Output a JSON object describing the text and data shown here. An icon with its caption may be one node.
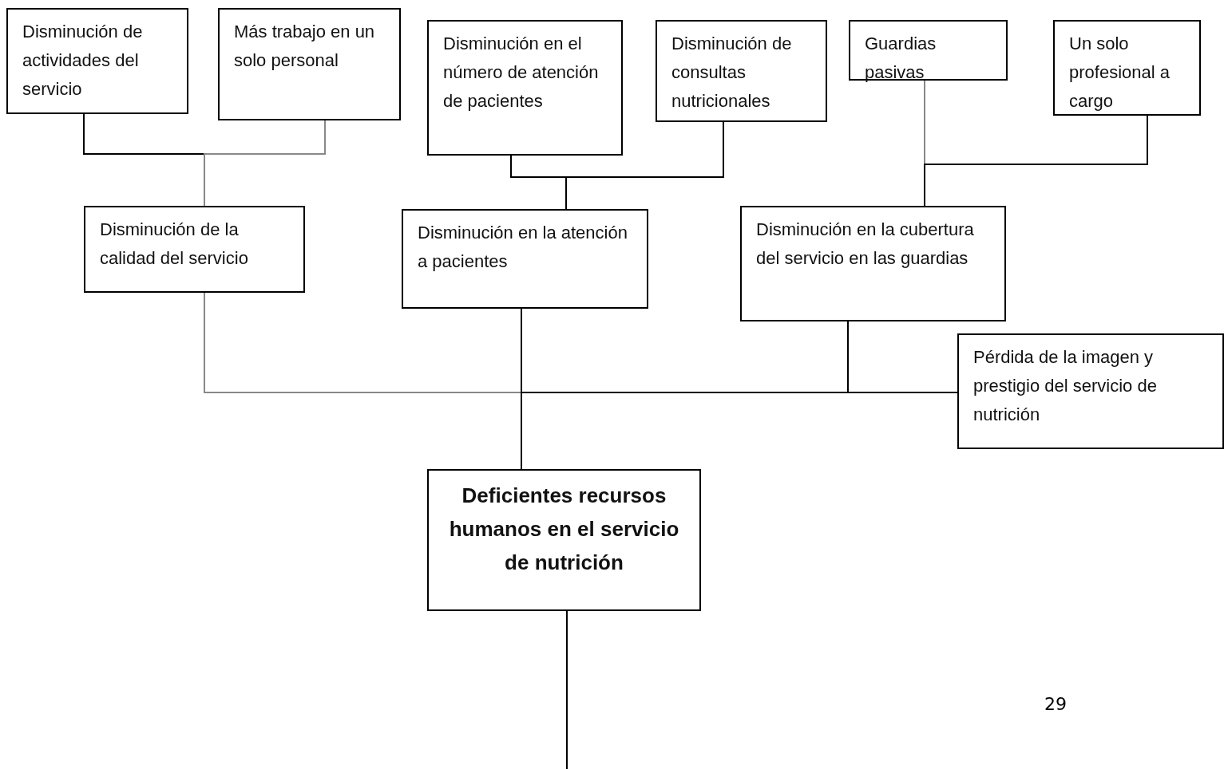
{
  "diagram": {
    "nodes": [
      {
        "text": [
          "Disminución de actividades del servicio"
        ]
      },
      {
        "text": [
          "Más trabajo en un solo personal"
        ]
      },
      {
        "text": [
          "Disminución en el número de atención de pacientes"
        ]
      },
      {
        "text": [
          "Disminución de consultas nutricionales"
        ]
      },
      {
        "text": [
          "Guardias pasivas"
        ]
      },
      {
        "text": [
          "Un solo profesional a cargo"
        ]
      },
      {
        "text": [
          "Disminución de la calidad del servicio"
        ]
      },
      {
        "text": [
          "Disminución en la atención a pacientes"
        ]
      },
      {
        "text": [
          "Disminución en la cubertura del servicio en las guardias"
        ]
      },
      {
        "text": [
          "Pérdida de la imagen y prestigio del servicio de nutrición"
        ]
      },
      {
        "text": [
          "Deficientes recursos humanos en el servicio de nutrición"
        ]
      }
    ],
    "edges": [
      {
        "from": 0,
        "to": 6,
        "arrow": "none"
      },
      {
        "from": 1,
        "to": 6,
        "arrow": "none",
        "color": "#888888"
      },
      {
        "from": 2,
        "to": 7,
        "arrow": "none"
      },
      {
        "from": 3,
        "to": 7,
        "arrow": "none"
      },
      {
        "from": 4,
        "to": 8,
        "arrow": "none",
        "color": "#888888"
      },
      {
        "from": 5,
        "to": 8,
        "arrow": "none"
      },
      {
        "from": 6,
        "to": 10,
        "arrow": "none",
        "color": "#888888"
      },
      {
        "from": 7,
        "to": 10,
        "arrow": "none"
      },
      {
        "from": 8,
        "to": 10,
        "arrow": "none"
      },
      {
        "from": 9,
        "to": 10,
        "arrow": "none"
      },
      {
        "from": 10,
        "to": null,
        "arrow": "none"
      }
    ],
    "labels": [
      "29"
    ]
  }
}
